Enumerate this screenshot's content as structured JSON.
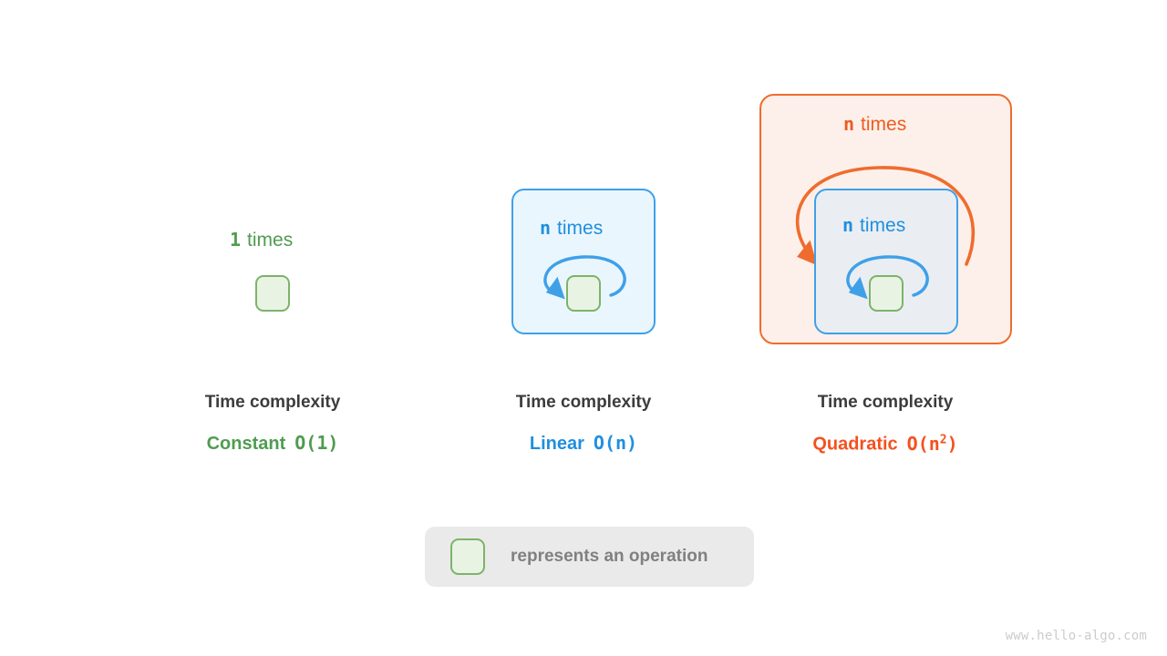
{
  "diagram": {
    "title_label": "Time complexity",
    "legend": {
      "swatch_icon": "green-rounded-square",
      "text": "represents an operation"
    },
    "watermark": "www.hello-algo.com",
    "colors": {
      "green": "#4f9c50",
      "green_fill": "#e9f3e4",
      "green_border": "#7cb36a",
      "blue": "#1f8fe0",
      "blue_border": "#3fa0e8",
      "blue_fill": "#eaf6fd",
      "blue_fill_nested": "#eaeef2",
      "orange": "#ef5b20",
      "orange_border": "#ef6c2e",
      "orange_fill": "#fdf0ea",
      "text_dark": "#3c3c3c",
      "legend_bg": "#eaeaea",
      "legend_text": "#808080",
      "watermark": "#cccccc"
    },
    "panels": [
      {
        "id": "constant",
        "loop_count": "1",
        "loop_word": "times",
        "title": "Time complexity",
        "complexity_name": "Constant",
        "complexity_bigo": "O(1)",
        "nesting_depth": 0
      },
      {
        "id": "linear",
        "loop_count": "n",
        "loop_word": "times",
        "title": "Time complexity",
        "complexity_name": "Linear",
        "complexity_bigo": "O(n)",
        "nesting_depth": 1
      },
      {
        "id": "quadratic",
        "outer_loop_count": "n",
        "outer_loop_word": "times",
        "inner_loop_count": "n",
        "inner_loop_word": "times",
        "title": "Time complexity",
        "complexity_name": "Quadratic",
        "complexity_bigo_base": "O(n",
        "complexity_bigo_exp": "2",
        "complexity_bigo_tail": ")",
        "nesting_depth": 2
      }
    ]
  }
}
